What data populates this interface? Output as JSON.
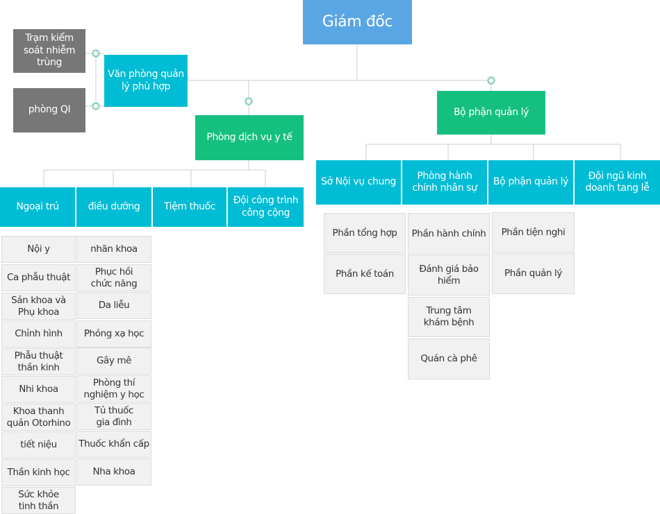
{
  "director": "Giám đốc",
  "left_units": {
    "infection_control": "Trạm kiểm soát nhiễm trùng",
    "qi": "phòng QI"
  },
  "compliance_office": "Văn phòng quản lý phù hợp",
  "medical_services": {
    "title": "Phòng dịch vụ y tế",
    "branches": [
      {
        "title": "Ngoại trú",
        "items": [
          "Nội y",
          "Ca phẫu thuật",
          "Sản khoa và Phụ khoa",
          "Chỉnh hình",
          "Phẫu thuật thần kinh",
          "Nhi khoa",
          "Khoa thanh quản Otorhino",
          "tiết niệu",
          "Thần kinh học",
          "Sức khỏe tinh thần"
        ]
      },
      {
        "title": "điều dưỡng",
        "items": [
          "nhãn khoa",
          "Phục hồi chức năng",
          "Da liễu",
          "Phóng xạ học",
          "Gây mê",
          "Phòng thí nghiệm y học",
          "Tủ thuốc gia đình",
          "Thuốc khẩn cấp",
          "Nha khoa"
        ]
      },
      {
        "title": "Tiệm thuốc",
        "items": []
      },
      {
        "title": "Đội công trình công cộng",
        "items": []
      }
    ]
  },
  "management": {
    "title": "Bộ phận quản lý",
    "branches": [
      {
        "title": "Sở Nội vụ chung",
        "items": [
          "Phần tổng hợp",
          "Phần kế toán"
        ]
      },
      {
        "title": "Phòng hành chính nhân sự",
        "items": [
          "Phần hành chính",
          "Đánh giá bảo hiểm",
          "Trung tâm khám bệnh",
          "Quán cà phê"
        ]
      },
      {
        "title": "Bộ phận quản lý",
        "items": [
          "Phần tiện nghi",
          "Phần quản lý"
        ]
      },
      {
        "title": "Đội ngũ kinh doanh tang lễ",
        "items": []
      }
    ]
  },
  "colors": {
    "director": "#5aa6e4",
    "cyan": "#00bcd4",
    "green": "#15c07f",
    "gray": "#777777",
    "light": "#f1f1f1",
    "line": "#cccccc",
    "node": "#8fd4c0"
  }
}
